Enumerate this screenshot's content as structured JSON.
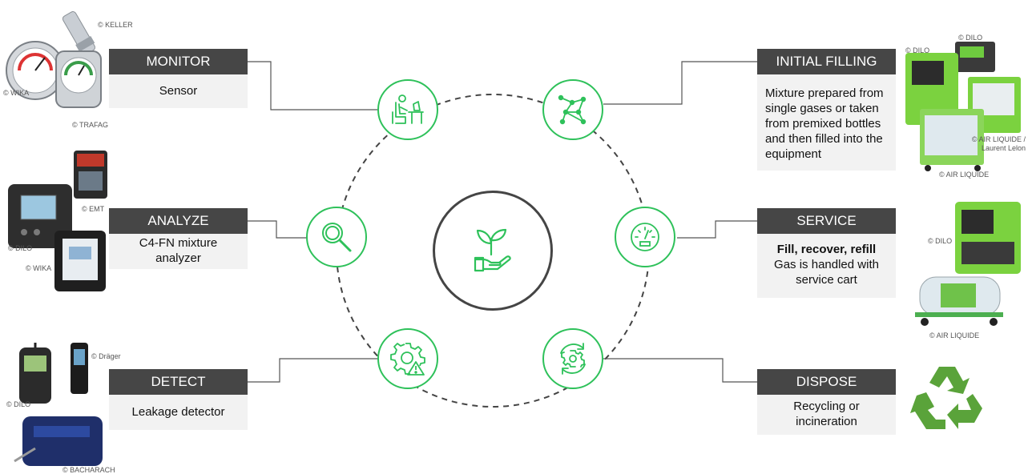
{
  "stages": {
    "monitor": {
      "title": "MONITOR",
      "body": "Sensor"
    },
    "analyze": {
      "title": "ANALYZE",
      "body": "C4-FN mixture analyzer"
    },
    "detect": {
      "title": "DETECT",
      "body": "Leakage detector"
    },
    "initial_filling": {
      "title": "INITIAL FILLING",
      "body": "Mixture prepared from single gases or taken from premixed bottles and then filled into the equipment"
    },
    "service": {
      "title": "SERVICE",
      "body_bold": "Fill, recover, refill",
      "body": "Gas is handled with service cart"
    },
    "dispose": {
      "title": "DISPOSE",
      "body": "Recycling or incineration"
    }
  },
  "credits": {
    "keller": "© KELLER",
    "wika_1": "© WIKA",
    "trafag": "© TRAFAG",
    "emt": "© EMT",
    "dilo_1": "© DILO",
    "wika_2": "© WIKA",
    "drager": "© Dräger",
    "dilo_2": "© DILO",
    "bacharach": "© BACHARACH",
    "dilo_3": "© DILO",
    "dilo_4": "© DILO",
    "air_liquide_laurent": "© AIR LIQUIDE / Laurent Lelon",
    "air_liquide_1": "© AIR LIQUIDE",
    "dilo_5": "© DILO",
    "air_liquide_2": "© AIR LIQUIDE"
  },
  "icons": {
    "hub": "plant-in-hand-icon",
    "monitor": "person-at-desk-icon",
    "initial_filling": "network-nodes-icon",
    "analyze": "magnifier-icon",
    "service": "gauge-icon",
    "detect": "gear-warning-icon",
    "dispose": "recycle-gear-icon"
  },
  "colors": {
    "accent": "#2ec15a",
    "title_bar": "#464646",
    "body_box": "#f2f2f2",
    "recycle": "#5aa33a"
  }
}
